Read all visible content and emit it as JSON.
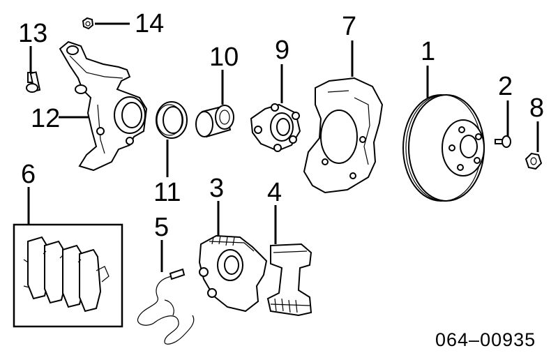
{
  "callouts": {
    "c1": "1",
    "c2": "2",
    "c3": "3",
    "c4": "4",
    "c5": "5",
    "c6": "6",
    "c7": "7",
    "c8": "8",
    "c9": "9",
    "c10": "10",
    "c11": "11",
    "c12": "12",
    "c13": "13",
    "c14": "14"
  },
  "diagram_code": "064–00935"
}
